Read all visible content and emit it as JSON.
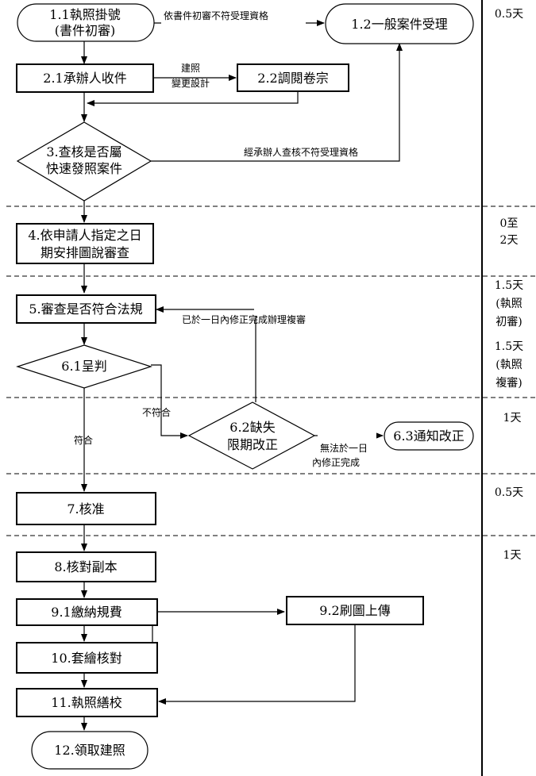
{
  "nodes": {
    "n1_1": [
      "1.1執照掛號",
      "(書件初審)"
    ],
    "n1_2": "1.2一般案件受理",
    "n2_1": "2.1承辦人收件",
    "n2_2": "2.2調閱卷宗",
    "n3": [
      "3.查核是否屬",
      "快速發照案件"
    ],
    "n4": [
      "4.依申請人指定之日",
      "期安排圖說審查"
    ],
    "n5": "5.審查是否符合法規",
    "n6_1": "6.1呈判",
    "n6_2": [
      "6.2缺失",
      "限期改正"
    ],
    "n6_3": "6.3通知改正",
    "n7": "7.核准",
    "n8": "8.核對副本",
    "n9_1": "9.1繳納規費",
    "n9_2": "9.2刷圖上傳",
    "n10": "10.套繪核對",
    "n11": "11.執照繕校",
    "n12": "12.領取建照"
  },
  "edge_labels": {
    "e_not_qualified_initial": "依書件初審不符受理資格",
    "e_change_design": [
      "建照",
      "變更設計"
    ],
    "e_not_qualified_officer": "經承辦人查核不符受理資格",
    "e_corrected_within_day": "已於一日內修正完成辦理複審",
    "e_not_conform": "不符合",
    "e_conform": "符合",
    "e_cannot_correct": [
      "無法於一日",
      "內修正完成"
    ]
  },
  "durations": {
    "d1": "0.5天",
    "d2": [
      "0至",
      "2天"
    ],
    "d3a": [
      "1.5天",
      "(執照",
      "初審)"
    ],
    "d3b": [
      "1.5天",
      "(執照",
      "複審)"
    ],
    "d4": "1天",
    "d5": "0.5天",
    "d6": "1天"
  }
}
